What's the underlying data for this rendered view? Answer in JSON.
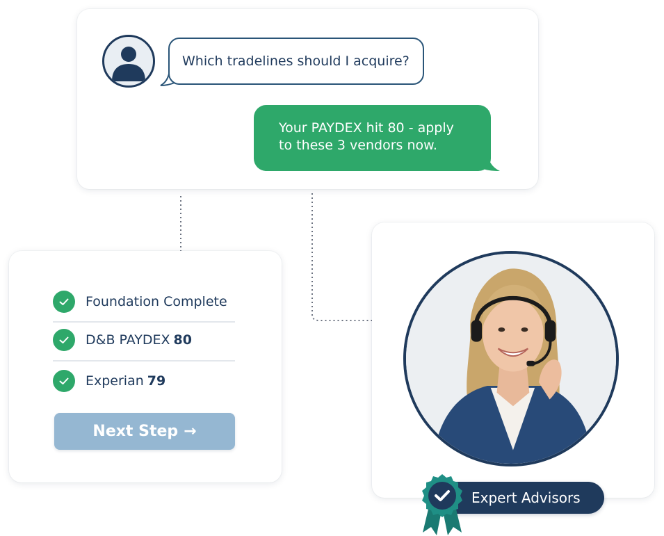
{
  "chat": {
    "user_question": "Which tradelines should I acquire?",
    "bot_reply_line1": "Your PAYDEX hit 80 - apply",
    "bot_reply_line2": "to these 3 vendors now."
  },
  "checklist": {
    "items": [
      {
        "label": "Foundation Complete",
        "value": ""
      },
      {
        "label": "D&B PAYDEX",
        "value": "80"
      },
      {
        "label": "Experian",
        "value": "79"
      }
    ],
    "next_button_label": "Next Step",
    "next_button_arrow": "→"
  },
  "advisor": {
    "badge_label": "Expert Advisors"
  },
  "colors": {
    "navy": "#1f3a5c",
    "green": "#2ea86a",
    "button_blue": "#95b7d2",
    "badge_teal": "#1a7a72"
  },
  "icons": {
    "avatar": "user-avatar-icon",
    "check": "checkmark-icon",
    "badge": "award-ribbon-icon"
  }
}
